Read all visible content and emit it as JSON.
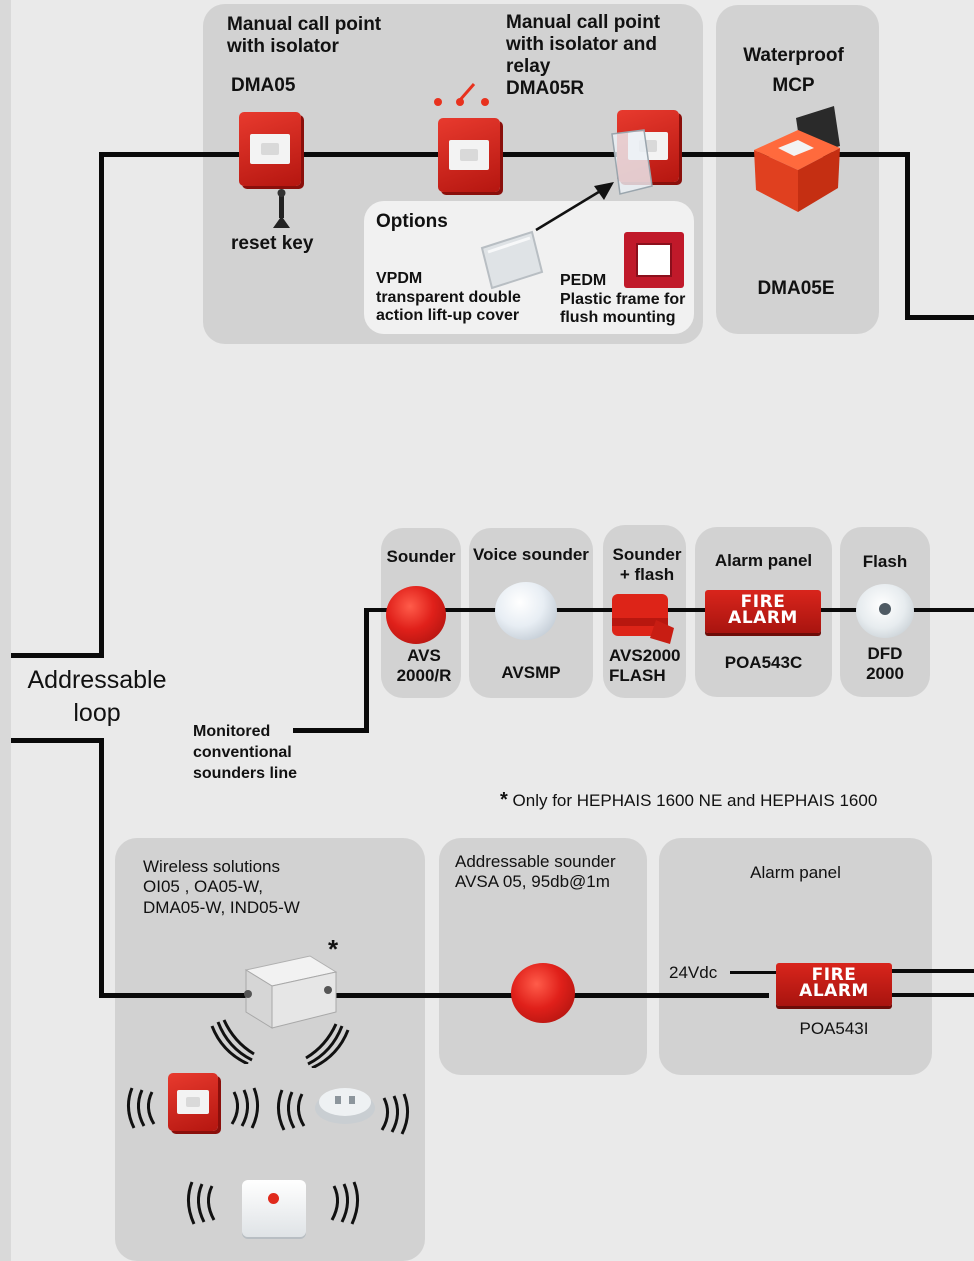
{
  "top_group": {
    "mcp_isolator_title_line1": "Manual call point",
    "mcp_isolator_title_line2": "with isolator",
    "mcp_isolator_code": "DMA05",
    "reset_key_label": "reset key",
    "mcp_relay_title_line1": "Manual call point",
    "mcp_relay_title_line2": "with isolator and",
    "mcp_relay_title_line3": "relay",
    "mcp_relay_code": "DMA05R"
  },
  "options": {
    "title": "Options",
    "vpdm_line1": "VPDM",
    "vpdm_line2": "transparent double",
    "vpdm_line3": "action lift-up cover",
    "pedm_line1": "PEDM",
    "pedm_line2": "Plastic frame for",
    "pedm_line3": "flush mounting"
  },
  "waterproof": {
    "title_line1": "Waterproof",
    "title_line2": "MCP",
    "code": "DMA05E"
  },
  "loop_label": {
    "line1": "Addressable",
    "line2": "loop"
  },
  "sounders": {
    "sounder_title": "Sounder",
    "sounder_code_line1": "AVS",
    "sounder_code_line2": "2000/R",
    "voice_title": "Voice sounder",
    "voice_code": "AVSMP",
    "sounder_flash_title_line1": "Sounder",
    "sounder_flash_title_line2": "+ flash",
    "sounder_flash_code_line1": "AVS2000",
    "sounder_flash_code_line2": "FLASH",
    "alarm_panel_title": "Alarm panel",
    "alarm_panel_code": "POA543C",
    "flash_title": "Flash",
    "flash_code_line1": "DFD",
    "flash_code_line2": "2000"
  },
  "sign_text": {
    "line1": "FIRE",
    "line2": "ALARM"
  },
  "monitored": {
    "line1": "Monitored",
    "line2": "conventional",
    "line3": "sounders line"
  },
  "footnote": {
    "star": "*",
    "text": "Only for HEPHAIS 1600 NE and HEPHAIS 1600"
  },
  "wireless": {
    "title_line1": "Wireless solutions",
    "title_line2": "OI05 , OA05-W,",
    "title_line3": "DMA05-W, IND05-W",
    "star": "*"
  },
  "addressable_sounder": {
    "title_line1": "Addressable sounder",
    "title_line2": "AVSA 05, 95db@1m"
  },
  "alarm_panel_bottom": {
    "title": "Alarm panel",
    "voltage": "24Vdc",
    "code": "POA543I"
  },
  "colors": {
    "panel_grey": "#d2d2d2",
    "background": "#eaeaea",
    "wire": "#0a0a0a",
    "device_red": "#d9251c",
    "relay_dot_red": "#e8321e"
  }
}
